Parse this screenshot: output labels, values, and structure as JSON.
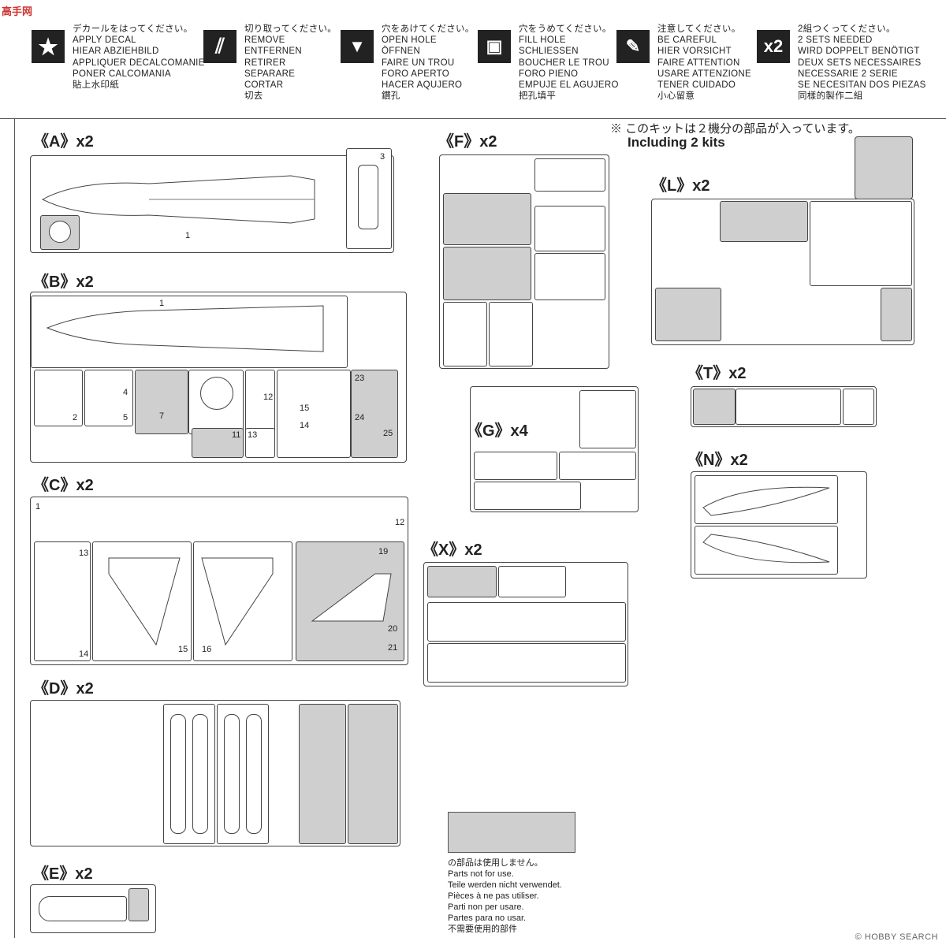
{
  "watermark_top_left": "高手网",
  "watermark_bottom_right": "© HOBBY SEARCH",
  "legend": [
    {
      "icon": "star-icon",
      "symbol": "★",
      "text": "デカールをはってください。\nAPPLY DECAL\nHIEAR ABZIEHBILD\nAPPLIQUER DECALCOMANIE\nPONER CALCOMANIA\n貼上水印紙"
    },
    {
      "icon": "cut-icon",
      "symbol": "⫽",
      "text": "切り取ってください。\nREMOVE\nENTFERNEN\nRETIRER\nSEPARARE\nCORTAR\n切去"
    },
    {
      "icon": "drill-icon",
      "symbol": "▼",
      "text": "穴をあけてください。\nOPEN HOLE\nÖFFNEN\nFAIRE UN TROU\nFORO APERTO\nHACER AQUJERO\n鑽孔"
    },
    {
      "icon": "fill-icon",
      "symbol": "▣",
      "text": "穴をうめてください。\nFILL HOLE\nSCHLIESSEN\nBOUCHER LE TROU\nFORO PIENO\nEMPUJE EL AGUJERO\n把孔填平"
    },
    {
      "icon": "caution-icon",
      "symbol": "✎",
      "text": "注意してください。\nBE CAREFUL\nHIER VORSICHT\nFAIRE ATTENTION\nUSARE ATTENZIONE\nTENER CUIDADO\n小心留意"
    },
    {
      "icon": "x2-icon",
      "symbol": "x2",
      "text": "2組つくってください。\n2 SETS NEEDED\nWIRD DOPPELT BENÖTIGT\nDEUX SETS NECESSAIRES\nNECESSARIE 2 SERIE\nSE NECESITAN DOS PIEZAS\n同樣的製作二組"
    }
  ],
  "kit_note_jp": "※ このキットは２機分の部品が入っています。",
  "kit_note_en": "Including 2 kits",
  "sprues": {
    "A": "《A》x2",
    "B": "《B》x2",
    "C": "《C》x2",
    "D": "《D》x2",
    "E": "《E》x2",
    "F": "《F》x2",
    "G": "《G》x4",
    "L": "《L》x2",
    "T": "《T》x2",
    "N": "《N》x2",
    "X": "《X》x2"
  },
  "unused_note": "の部品は使用しません。\nParts not for use.\nTeile werden nicht verwendet.\nPièces à ne pas utiliser.\nParti non per usare.\nPartes para no usar.\n不需要使用的部件"
}
